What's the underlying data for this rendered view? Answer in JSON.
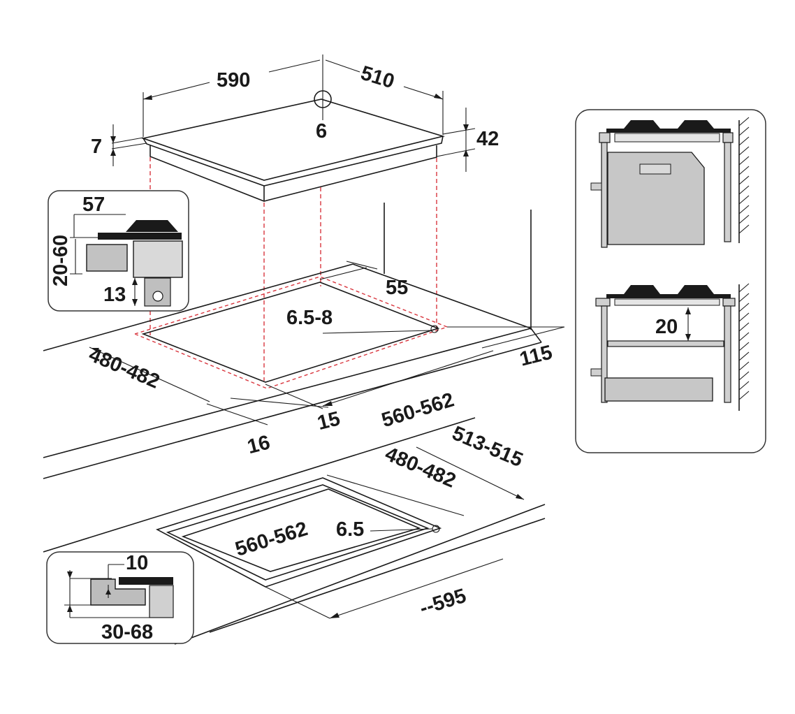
{
  "diagram": {
    "hob_top": {
      "width": "590",
      "depth": "510",
      "pin": "6",
      "glass": "7",
      "height": "42"
    },
    "cutout": {
      "depth_front": "480-482",
      "width": "560-562",
      "rear_gap": "55",
      "clip": "6.5-8",
      "right": "115",
      "front_a": "16",
      "front_b": "15"
    },
    "flush": {
      "outer_depth": "513-515",
      "inner_depth": "480-482",
      "inner_width": "560-562",
      "corner": "6.5",
      "outer_width": "--595"
    },
    "inset_gas": {
      "height_top": "57",
      "worktop": "20-60",
      "gap": "13"
    },
    "inset_flush": {
      "step": "10",
      "worktop": "30-68"
    },
    "inset_oven": {
      "gap": "20"
    }
  }
}
